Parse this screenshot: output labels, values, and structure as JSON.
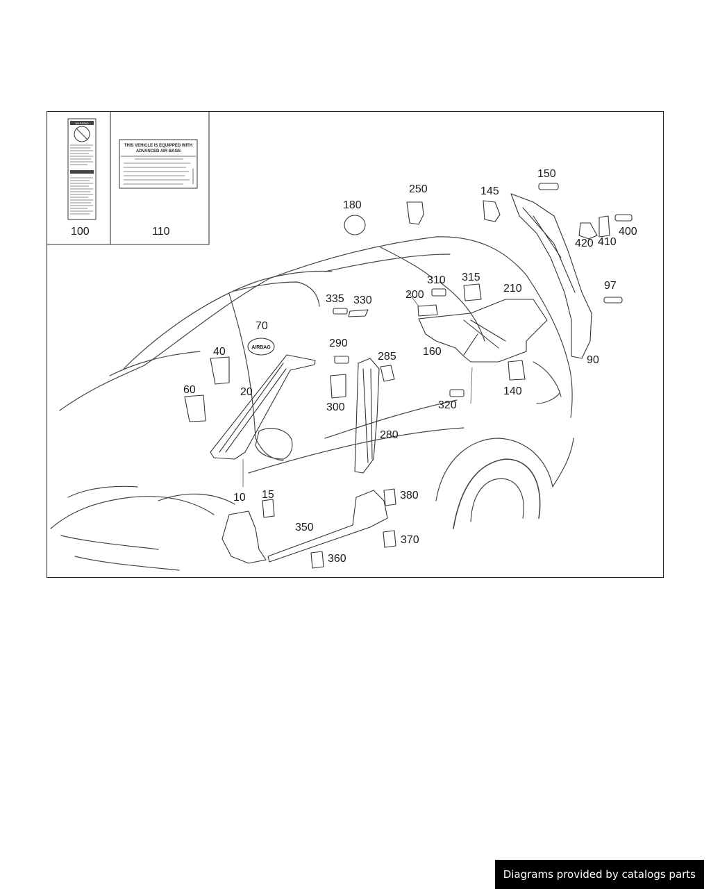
{
  "labels": {
    "warning_heading": "WARNING",
    "airbag_title_line1": "THIS VEHICLE IS EQUIPPED WITH",
    "airbag_title_line2": "ADVANCED AIR BAGS",
    "airbag_emblem": "AIRBAG"
  },
  "callouts": {
    "c100": "100",
    "c110": "110",
    "c180": "180",
    "c250": "250",
    "c145": "145",
    "c150": "150",
    "c420": "420",
    "c410": "410",
    "c400": "400",
    "c97": "97",
    "c90": "90",
    "c310": "310",
    "c315": "315",
    "c200": "200",
    "c210": "210",
    "c335": "335",
    "c330": "330",
    "c70": "70",
    "c40": "40",
    "c60": "60",
    "c20": "20",
    "c290": "290",
    "c285": "285",
    "c300": "300",
    "c280": "280",
    "c160": "160",
    "c140": "140",
    "c320": "320",
    "c10": "10",
    "c15": "15",
    "c350": "350",
    "c380": "380",
    "c370": "370",
    "c360": "360"
  },
  "footer": {
    "text": "Diagrams provided by catalogs parts"
  }
}
